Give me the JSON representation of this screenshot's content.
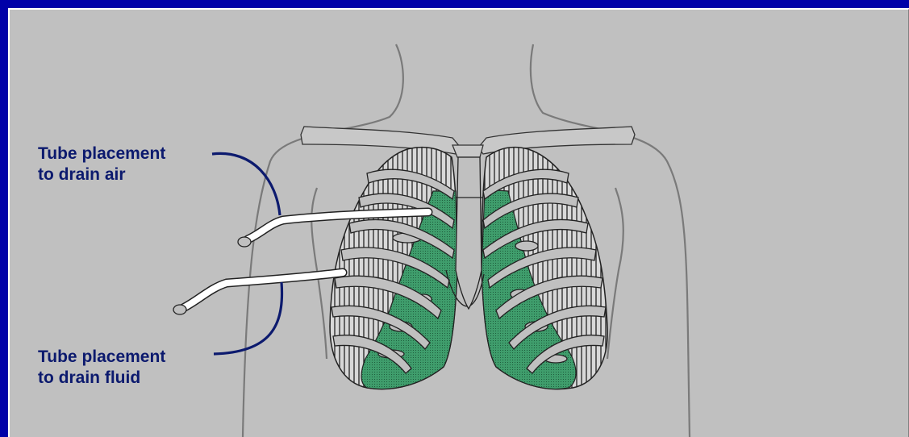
{
  "labels": {
    "air_line1": "Tube placement",
    "air_line2": "to drain air",
    "fluid_line1": "Tube placement",
    "fluid_line2": "to drain fluid"
  },
  "colors": {
    "frame": "#0000a8",
    "background": "#c0c0c0",
    "outline": "#7a7a7a",
    "lung_fill": "#3a9a6a",
    "label_text": "#0c1a6e",
    "leader_line": "#0c1a6e"
  }
}
